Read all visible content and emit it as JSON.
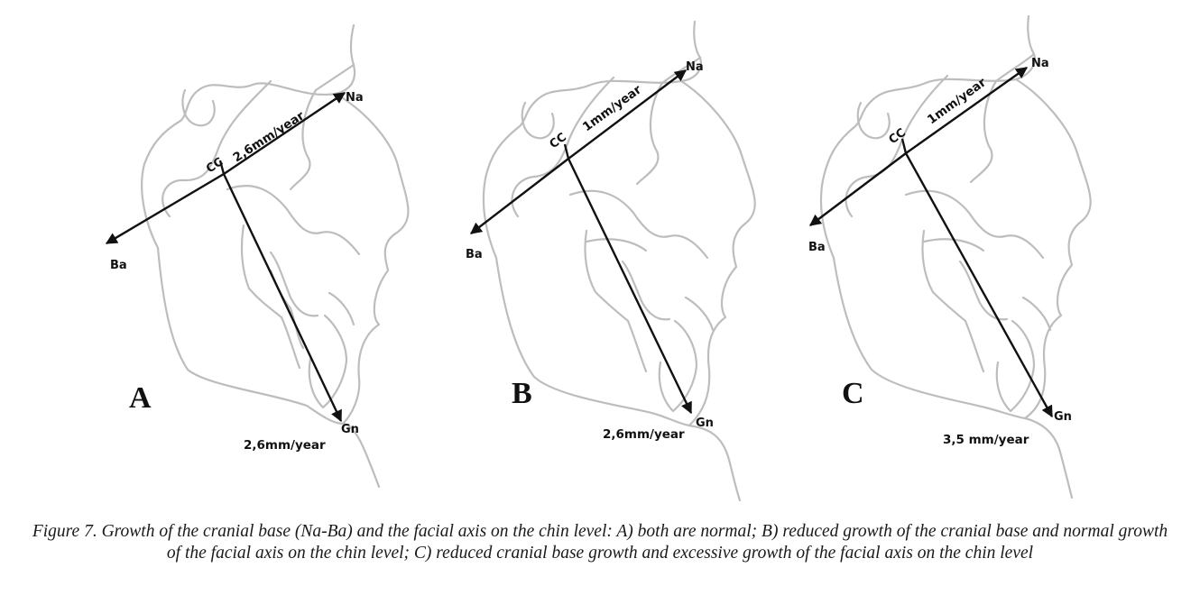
{
  "panels": [
    {
      "letter": "A",
      "ba": "Ba",
      "na": "Na",
      "cc": "CC",
      "gn": "Gn",
      "cranial_rate": "2,6mm/year",
      "facial_rate": "2,6mm/year"
    },
    {
      "letter": "B",
      "ba": "Ba",
      "na": "Na",
      "cc": "CC",
      "gn": "Gn",
      "cranial_rate": "1mm/year",
      "facial_rate": "2,6mm/year"
    },
    {
      "letter": "C",
      "ba": "Ba",
      "na": "Na",
      "cc": "CC",
      "gn": "Gn",
      "cranial_rate": "1mm/year",
      "facial_rate": "3,5 mm/year"
    }
  ],
  "caption": "Figure 7. Growth of the cranial base (Na-Ba) and the facial axis on the chin level: A) both are normal; B) reduced growth of the cranial base and normal growth of the facial axis on the chin level; C) reduced cranial base growth and excessive growth of the facial axis on the chin level",
  "colors": {
    "outline": "#bdbdbd",
    "axis": "#111111"
  }
}
